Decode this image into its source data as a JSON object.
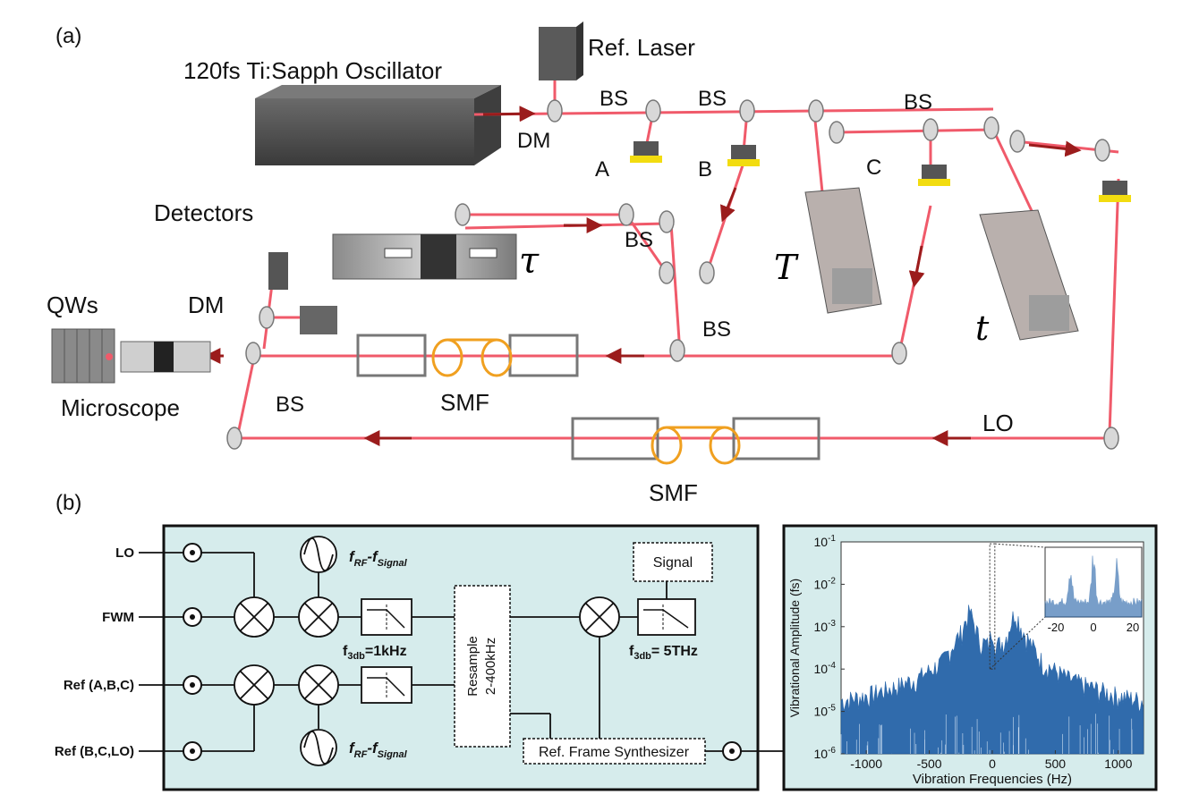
{
  "panel_a": {
    "label": "(a)",
    "oscillator": "120fs Ti:Sapph Oscillator",
    "ref_laser": "Ref. Laser",
    "dm_top": "DM",
    "bs": "BS",
    "stage_a": "A",
    "stage_b": "B",
    "stage_c": "C",
    "detectors": "Detectors",
    "tau": "τ",
    "T": "T",
    "t": "t",
    "qws": "QWs",
    "dm_bottom": "DM",
    "microscope": "Microscope",
    "smf": "SMF",
    "lo": "LO"
  },
  "panel_b": {
    "label": "(b)",
    "inputs": [
      "LO",
      "FWM",
      "Ref (A,B,C)",
      "Ref (B,C,LO)"
    ],
    "osc_top_label_main": "f",
    "osc_top_label_sub1": "RF",
    "osc_top_label_dash": "-f",
    "osc_top_label_sub2": "Signal",
    "filter1": "f3db=1kHz",
    "filter1_main": "f",
    "filter1_sub": "3db",
    "filter1_rest": "=1kHz",
    "filter2_main": "f",
    "filter2_sub": "3db",
    "filter2_rest": "= 5THz",
    "resample": "Resample",
    "resample_range": "2-400kHz",
    "signal": "Signal",
    "ref_frame": "Ref. Frame Synthesizer"
  },
  "chart_data": {
    "type": "area",
    "xlabel": "Vibration Frequencies (Hz)",
    "ylabel": "Vibrational Amplitude (fs)",
    "xlim": [
      -1200,
      1200
    ],
    "ylim": [
      1e-06,
      0.1
    ],
    "yscale": "log",
    "xticks": [
      "-1000",
      "-500",
      "0",
      "500",
      "1000"
    ],
    "yticks": [
      "10",
      "10",
      "10",
      "10",
      "10",
      "10"
    ],
    "ytick_exp": [
      "-6",
      "-5",
      "-4",
      "-3",
      "-2",
      "-1"
    ],
    "inset_xticks": [
      "-20",
      "0",
      "20"
    ],
    "color": "#1f5fa6",
    "envelope": [
      {
        "x": -1200,
        "y": 1.5e-05
      },
      {
        "x": -1000,
        "y": 2e-05
      },
      {
        "x": -800,
        "y": 3e-05
      },
      {
        "x": -600,
        "y": 5e-05
      },
      {
        "x": -400,
        "y": 0.00012
      },
      {
        "x": -250,
        "y": 0.0006
      },
      {
        "x": -180,
        "y": 0.002
      },
      {
        "x": -100,
        "y": 0.0004
      },
      {
        "x": -30,
        "y": 0.0003
      },
      {
        "x": 0,
        "y": 0.0009
      },
      {
        "x": 30,
        "y": 0.0003
      },
      {
        "x": 100,
        "y": 0.0004
      },
      {
        "x": 180,
        "y": 0.002
      },
      {
        "x": 250,
        "y": 0.0006
      },
      {
        "x": 400,
        "y": 0.00012
      },
      {
        "x": 600,
        "y": 5e-05
      },
      {
        "x": 800,
        "y": 3e-05
      },
      {
        "x": 1000,
        "y": 2e-05
      },
      {
        "x": 1200,
        "y": 1.5e-05
      }
    ]
  }
}
